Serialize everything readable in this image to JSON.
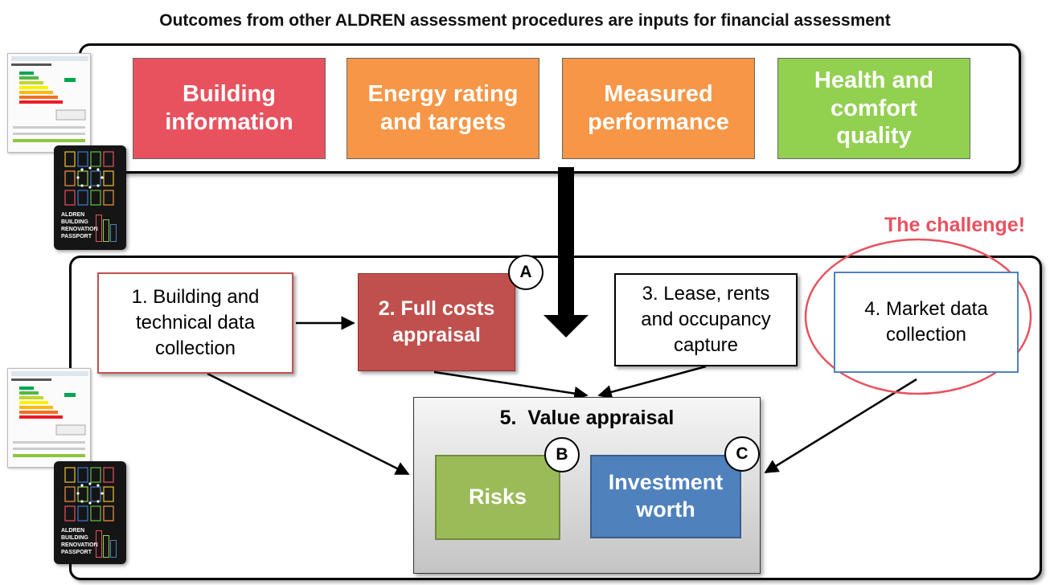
{
  "title": "Outcomes from other ALDREN assessment procedures are inputs for financial assessment",
  "inputs": [
    {
      "label": "Building\ninformation",
      "color": "#e8525f"
    },
    {
      "label": "Energy rating\nand targets",
      "color": "#f79646"
    },
    {
      "label": "Measured\nperformance",
      "color": "#f79646"
    },
    {
      "label": "Health and\ncomfort\nquality",
      "color": "#92d050"
    }
  ],
  "steps": {
    "s1": "1. Building and\ntechnical data\ncollection",
    "s2": "2. Full costs\nappraisal",
    "s3": "3. Lease, rents\nand occupancy\ncapture",
    "s4": "4. Market data\ncollection"
  },
  "value_appraisal": {
    "title": "5.  Value appraisal",
    "risks": "Risks",
    "investment": "Investment\nworth"
  },
  "markers": {
    "a": "A",
    "b": "B",
    "c": "C"
  },
  "challenge": "The challenge!",
  "passport": {
    "brand": "ALDREN",
    "line1": "BUILDING",
    "line2": "RENOVATION",
    "line3": "PASSPORT"
  },
  "colors": {
    "red": "#e8525f",
    "dark_red": "#c0504d",
    "orange": "#f79646",
    "green": "#92d050",
    "olive_green": "#9bbb59",
    "blue": "#4f81bd"
  }
}
